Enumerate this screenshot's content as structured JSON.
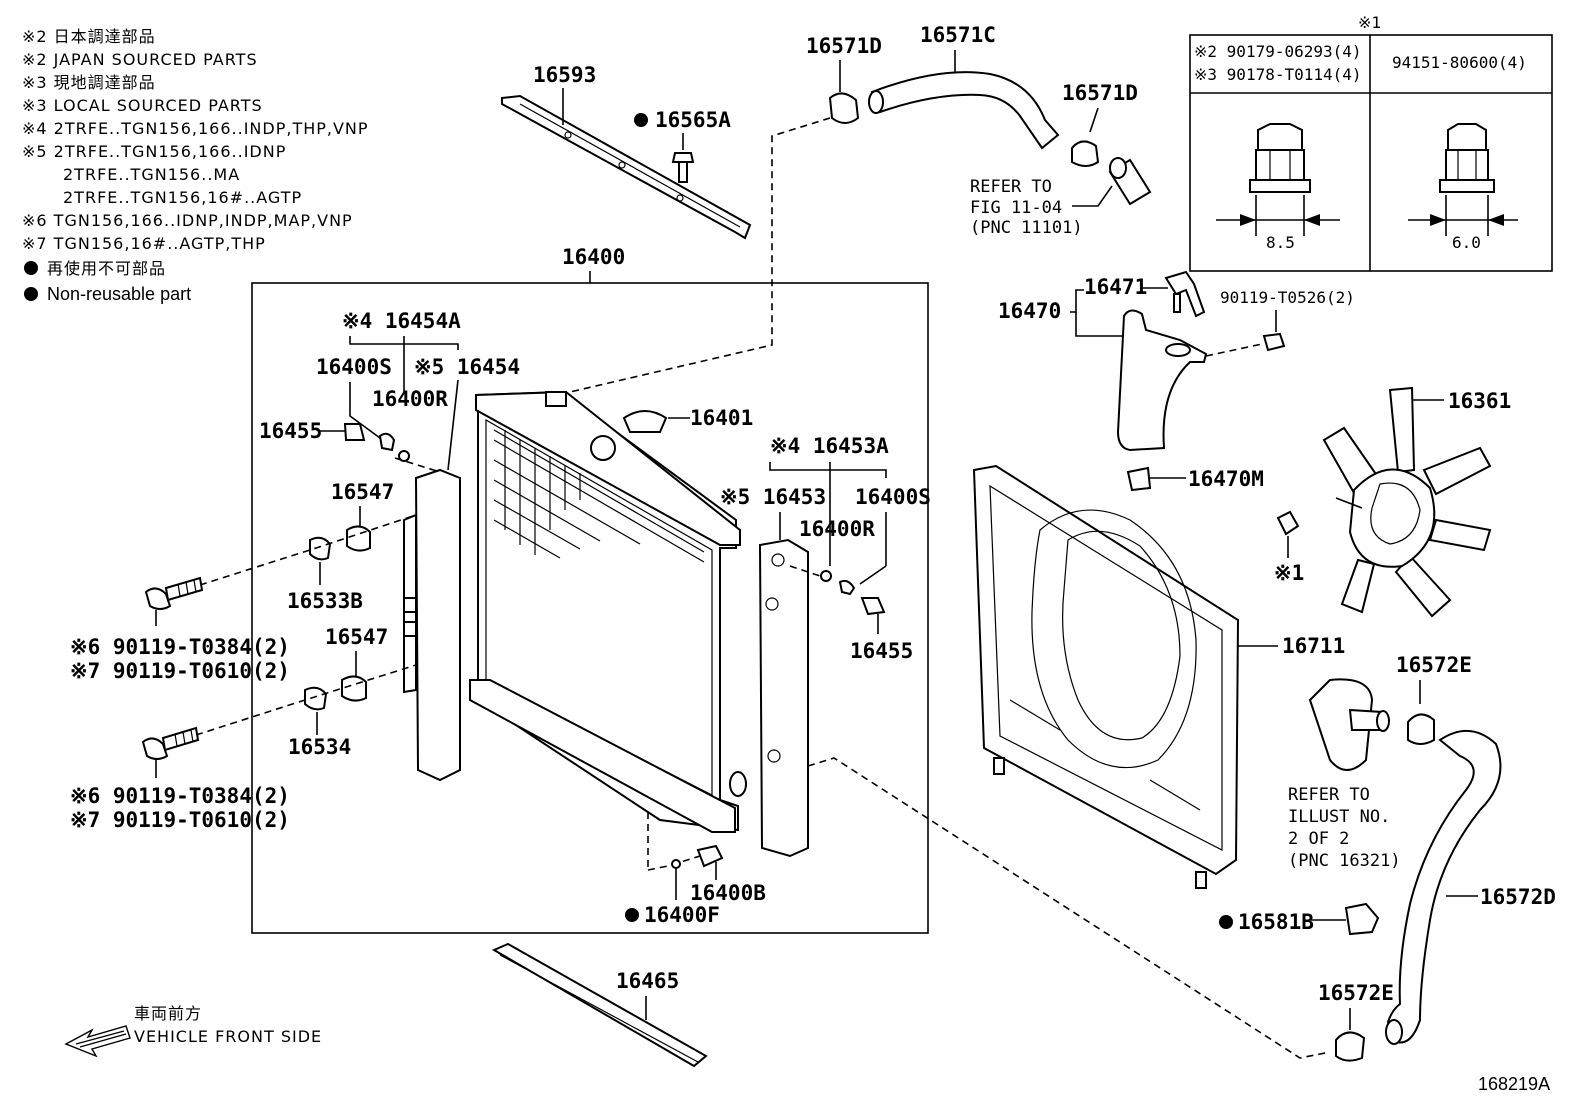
{
  "notes": [
    "※2 日本調達部品",
    "※2 JAPAN SOURCED PARTS",
    "※3 現地調達部品",
    "※3 LOCAL SOURCED PARTS",
    "※4 2TRFE..TGN156,166..INDP,THP,VNP",
    "※5 2TRFE..TGN156,166..IDNP",
    "2TRFE..TGN156..MA",
    "2TRFE..TGN156,16#..AGTP",
    "※6 TGN156,166..IDNP,INDP,MAP,VNP",
    "※7 TGN156,16#..AGTP,THP",
    "再使用不可部品",
    "Non-reusable part"
  ],
  "parts": {
    "p16593": "16593",
    "p16565A": "16565A",
    "p16571D_a": "16571D",
    "p16571C": "16571C",
    "p16571D_b": "16571D",
    "p16400": "16400",
    "p16454A": "※4 16454A",
    "p16400S_a": "16400S",
    "p16454": "※5 16454",
    "p16400R_a": "16400R",
    "p16455_a": "16455",
    "p16401": "16401",
    "p16547_a": "16547",
    "p16533B": "16533B",
    "p16547_b": "16547",
    "p16534": "16534",
    "p16453A": "※4 16453A",
    "p16453": "※5 16453",
    "p16400S_b": "16400S",
    "p16400R_b": "16400R",
    "p16455_b": "16455",
    "p16400B": "16400B",
    "p16400F": "16400F",
    "p16465": "16465",
    "p16470": "16470",
    "p16471": "16471",
    "p90119T0526": "90119-T0526(2)",
    "p16470M": "16470M",
    "p16361": "16361",
    "pstar1": "※1",
    "p16711": "16711",
    "p16572E_a": "16572E",
    "p16572D": "16572D",
    "p16581B": "16581B",
    "p16572E_b": "16572E"
  },
  "bolts": {
    "b1_6": "※6 90119-T0384(2)",
    "b1_7": "※7 90119-T0610(2)",
    "b2_6": "※6 90119-T0384(2)",
    "b2_7": "※7 90119-T0610(2)"
  },
  "refs": {
    "fig_1": "REFER TO",
    "fig_2": "FIG 11-04",
    "fig_3": "(PNC 11101)",
    "ill_1": "REFER TO",
    "ill_2": "ILLUST NO.",
    "ill_3": "2 OF 2",
    "ill_4": "(PNC 16321)"
  },
  "nut_table": {
    "header_mark": "※1",
    "row_a": "※2 90179-06293(4)",
    "row_b": "※3 90178-T0114(4)",
    "col2": "94151-80600(4)",
    "dim_left": "8.5",
    "dim_right": "6.0"
  },
  "direction": {
    "jp": "車両前方",
    "en": "VEHICLE FRONT SIDE"
  },
  "figure_id": "168219A"
}
